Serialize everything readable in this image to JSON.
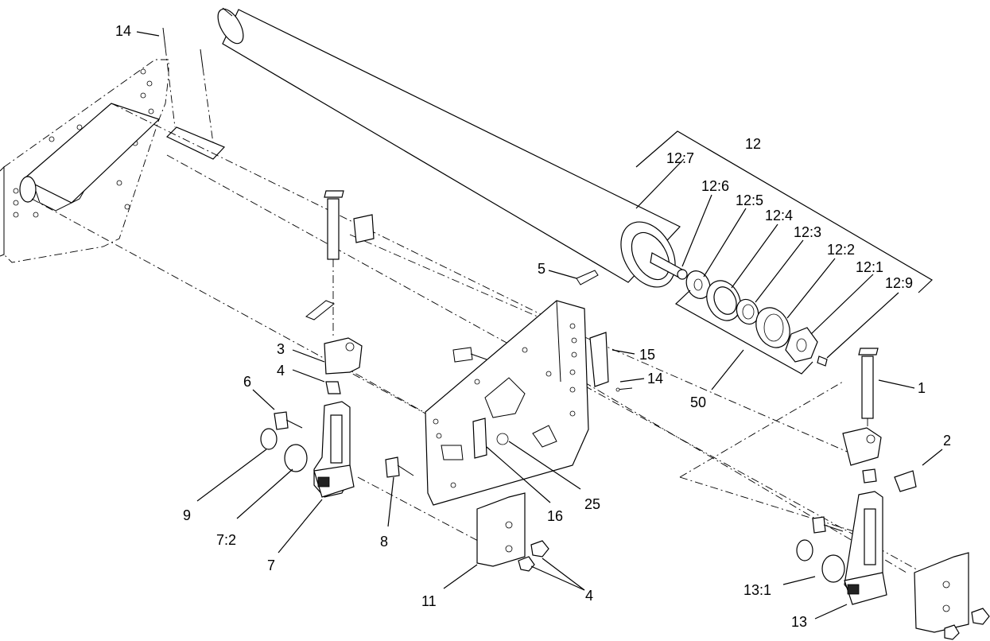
{
  "callouts": {
    "c1": "1",
    "c2": "2",
    "c3": "3",
    "c4a": "4",
    "c4b": "4",
    "c5": "5",
    "c6": "6",
    "c7": "7",
    "c7_2": "7:2",
    "c8": "8",
    "c9": "9",
    "c11": "11",
    "c12": "12",
    "c12_1": "12:1",
    "c12_2": "12:2",
    "c12_3": "12:3",
    "c12_4": "12:4",
    "c12_5": "12:5",
    "c12_6": "12:6",
    "c12_7": "12:7",
    "c12_9": "12:9",
    "c13": "13",
    "c13_1": "13:1",
    "c14a": "14",
    "c14b": "14",
    "c15": "15",
    "c16": "16",
    "c25": "25",
    "c50": "50"
  }
}
